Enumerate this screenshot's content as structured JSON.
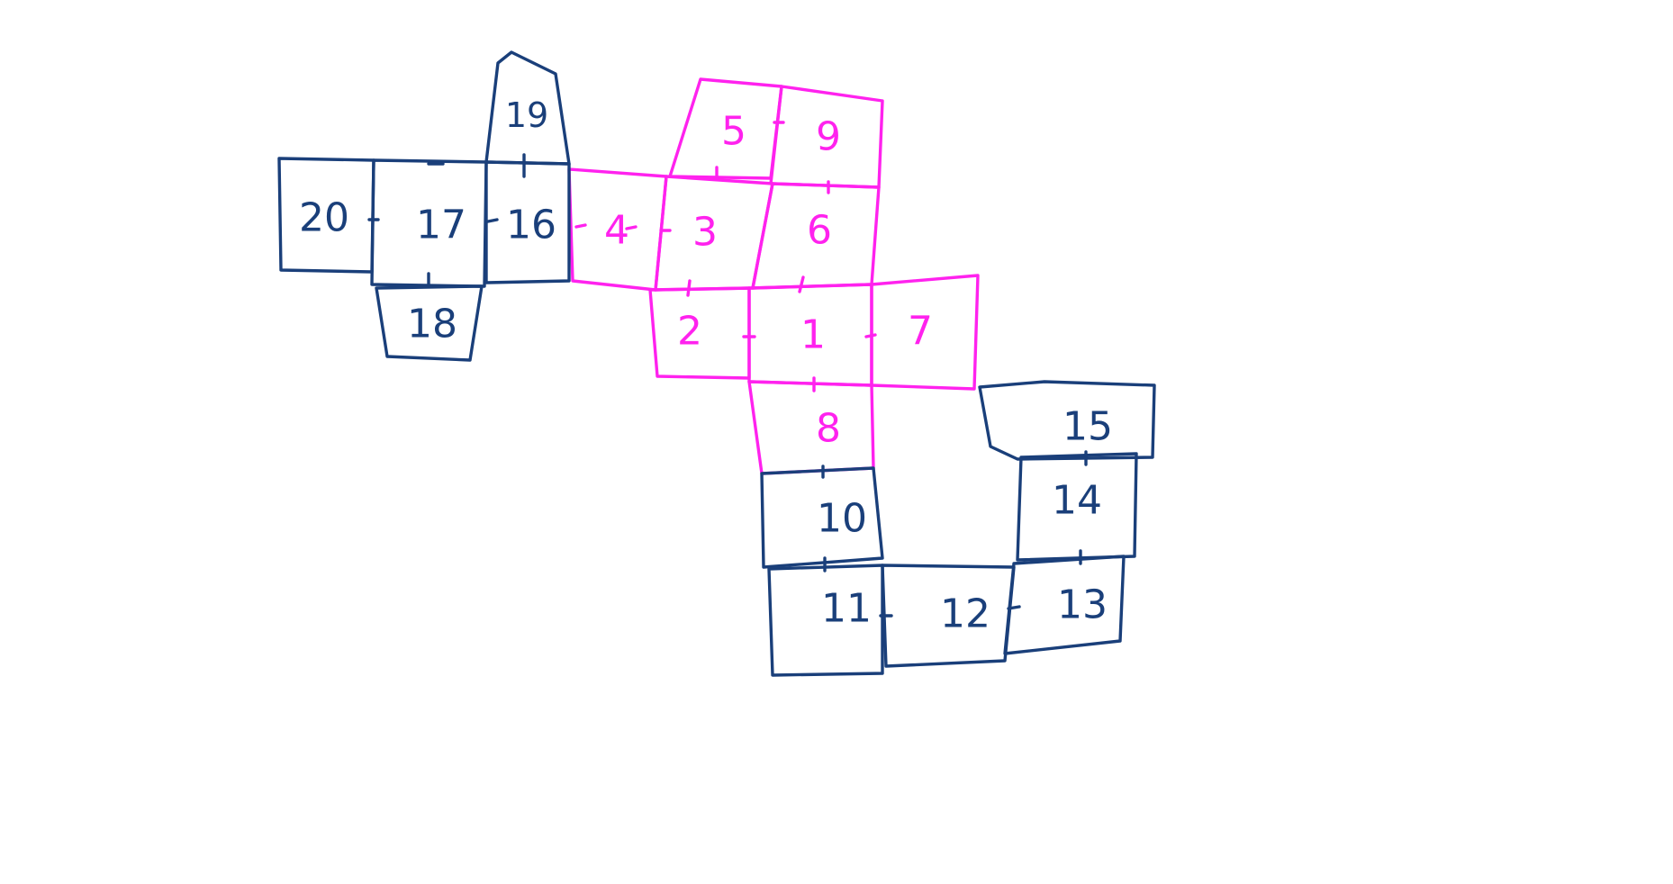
{
  "colors": {
    "background": "#ffffff",
    "blue": "#1a3f7a",
    "magenta": "#ff22ee"
  },
  "cells": [
    {
      "id": "1",
      "label": "1",
      "color": "magenta"
    },
    {
      "id": "2",
      "label": "2",
      "color": "magenta"
    },
    {
      "id": "3",
      "label": "3",
      "color": "magenta"
    },
    {
      "id": "4",
      "label": "4",
      "color": "magenta"
    },
    {
      "id": "5",
      "label": "5",
      "color": "magenta"
    },
    {
      "id": "6",
      "label": "6",
      "color": "magenta"
    },
    {
      "id": "7",
      "label": "7",
      "color": "magenta"
    },
    {
      "id": "8",
      "label": "8",
      "color": "magenta"
    },
    {
      "id": "9",
      "label": "9",
      "color": "magenta"
    },
    {
      "id": "10",
      "label": "10",
      "color": "blue"
    },
    {
      "id": "11",
      "label": "11",
      "color": "blue"
    },
    {
      "id": "12",
      "label": "12",
      "color": "blue"
    },
    {
      "id": "13",
      "label": "13",
      "color": "blue"
    },
    {
      "id": "14",
      "label": "14",
      "color": "blue"
    },
    {
      "id": "15",
      "label": "15",
      "color": "blue"
    },
    {
      "id": "16",
      "label": "16",
      "color": "blue"
    },
    {
      "id": "17",
      "label": "17",
      "color": "blue"
    },
    {
      "id": "18",
      "label": "18",
      "color": "blue"
    },
    {
      "id": "19",
      "label": "19",
      "color": "blue"
    },
    {
      "id": "20",
      "label": "20",
      "color": "blue"
    }
  ],
  "links": [
    [
      "20",
      "17"
    ],
    [
      "17",
      "16"
    ],
    [
      "17",
      "18"
    ],
    [
      "16",
      "19"
    ],
    [
      "16",
      "4"
    ],
    [
      "4",
      "3"
    ],
    [
      "3",
      "5"
    ],
    [
      "5",
      "9"
    ],
    [
      "9",
      "6"
    ],
    [
      "3",
      "2"
    ],
    [
      "6",
      "1"
    ],
    [
      "2",
      "1"
    ],
    [
      "1",
      "7"
    ],
    [
      "1",
      "8"
    ],
    [
      "8",
      "10"
    ],
    [
      "10",
      "11"
    ],
    [
      "11",
      "12"
    ],
    [
      "12",
      "13"
    ],
    [
      "13",
      "14"
    ],
    [
      "14",
      "15"
    ]
  ]
}
